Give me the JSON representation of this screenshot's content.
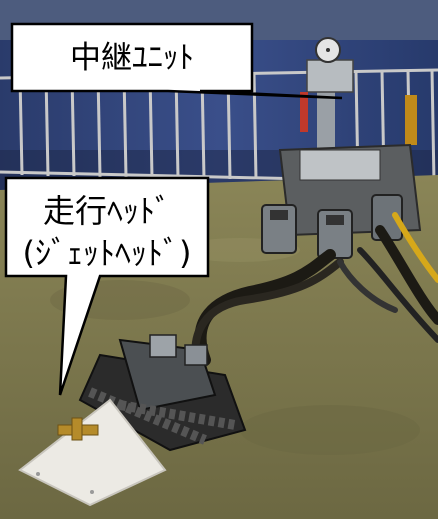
{
  "callouts": {
    "relay_unit": "中継ﾕﾆｯﾄ",
    "head_line1": "走行ﾍｯﾄﾞ",
    "head_line2": "(ｼﾞｪｯﾄﾍｯﾄﾞ)"
  },
  "colors": {
    "floor": "#7a7550",
    "wall_blue": "#2b3f74",
    "cable": "#1c1a14",
    "robot_body": "#2a2a2a",
    "robot_plate": "#e9e7e2",
    "callout_bg": "#ffffff"
  }
}
